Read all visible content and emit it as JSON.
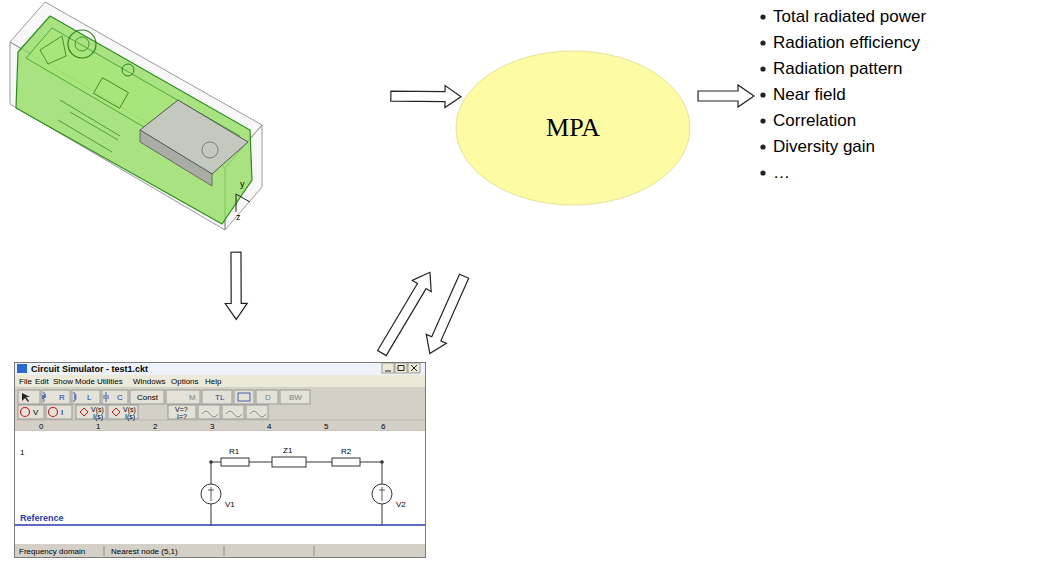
{
  "diagram": {
    "nodes": [
      {
        "text": [
          "y",
          "z"
        ]
      },
      {
        "text": [
          "MPA"
        ]
      },
      {
        "text": [
          "Circuit Simulator - test1.ckt",
          "File",
          "Edit",
          "Show",
          "Mode",
          "Utilities",
          "Windows",
          "Options",
          "Help",
          "R",
          "L",
          "C",
          "Const",
          "M",
          "TL",
          "D",
          "BW",
          "V",
          "I",
          "V(s)",
          "I(s)",
          "V(s)",
          "I(s)",
          "V=?",
          "I=?",
          "0",
          "1",
          "2",
          "3",
          "4",
          "5",
          "6",
          "1",
          "R1",
          "Z1",
          "R2",
          "V1",
          "V2",
          "Reference",
          "Frequency domain",
          "Nearest node (5,1)"
        ]
      }
    ],
    "edges": [
      {
        "from": 0,
        "to": 1,
        "arrow": "to"
      },
      {
        "from": 0,
        "to": 2,
        "arrow": "to"
      },
      {
        "from": 2,
        "to": 1,
        "arrow": "to"
      },
      {
        "from": 1,
        "to": 2,
        "arrow": "to"
      }
    ],
    "labels": [
      "Total radiated power",
      "Radiation efficiency",
      "Radiation pattern",
      "Near field",
      "Correlation",
      "Diversity gain",
      "…"
    ]
  }
}
